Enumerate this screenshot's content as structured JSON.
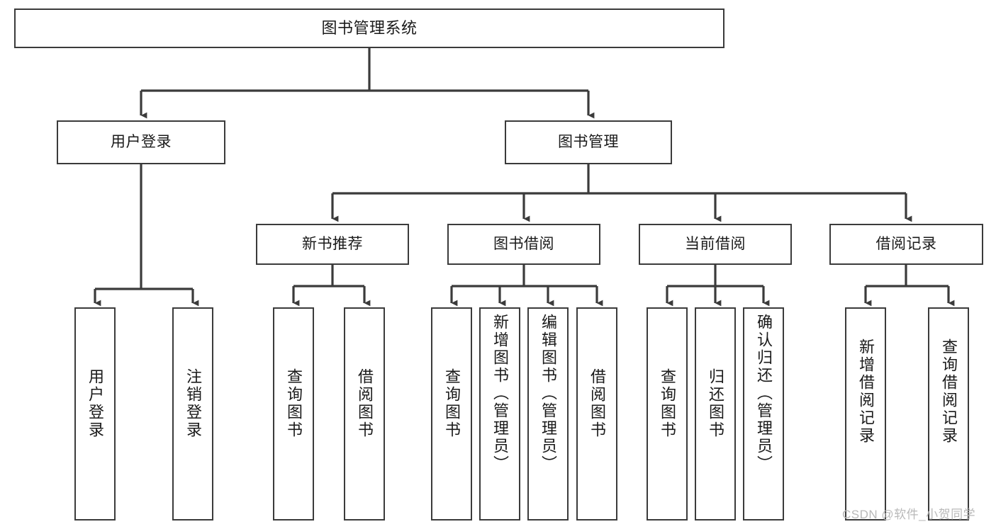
{
  "diagram": {
    "type": "tree",
    "title": "图书管理系统",
    "root": {
      "id": "root",
      "label": "图书管理系统"
    },
    "level2": [
      {
        "id": "user-login",
        "label": "用户登录"
      },
      {
        "id": "book-management",
        "label": "图书管理"
      }
    ],
    "level3": [
      {
        "id": "new-book-recommend",
        "label": "新书推荐",
        "parent": "book-management"
      },
      {
        "id": "book-borrow",
        "label": "图书借阅",
        "parent": "book-management"
      },
      {
        "id": "current-borrow",
        "label": "当前借阅",
        "parent": "book-management"
      },
      {
        "id": "borrow-record",
        "label": "借阅记录",
        "parent": "book-management"
      }
    ],
    "leaves": [
      {
        "id": "leaf-user-login",
        "label": "用户登录",
        "parent": "user-login"
      },
      {
        "id": "leaf-logout",
        "label": "注销登录",
        "parent": "user-login"
      },
      {
        "id": "leaf-query-book-1",
        "label": "查询图书",
        "parent": "new-book-recommend"
      },
      {
        "id": "leaf-borrow-book-1",
        "label": "借阅图书",
        "parent": "new-book-recommend"
      },
      {
        "id": "leaf-query-book-2",
        "label": "查询图书",
        "parent": "book-borrow"
      },
      {
        "id": "leaf-add-book",
        "label": "新增图书（管理员）",
        "parent": "book-borrow"
      },
      {
        "id": "leaf-edit-book",
        "label": "编辑图书（管理员）",
        "parent": "book-borrow"
      },
      {
        "id": "leaf-borrow-book-2",
        "label": "借阅图书",
        "parent": "book-borrow"
      },
      {
        "id": "leaf-query-book-3",
        "label": "查询图书",
        "parent": "current-borrow"
      },
      {
        "id": "leaf-return-book",
        "label": "归还图书",
        "parent": "current-borrow"
      },
      {
        "id": "leaf-confirm-return",
        "label": "确认归还（管理员）",
        "parent": "current-borrow"
      },
      {
        "id": "leaf-add-record",
        "label": "新增借阅记录",
        "parent": "borrow-record"
      },
      {
        "id": "leaf-query-record",
        "label": "查询借阅记录",
        "parent": "borrow-record"
      }
    ],
    "watermark": "CSDN @软件_小贺同学",
    "colors": {
      "stroke": "#3b3b3b",
      "fill": "#ffffff",
      "text": "#1a1a1a",
      "watermark": "#b9b9b9"
    }
  }
}
